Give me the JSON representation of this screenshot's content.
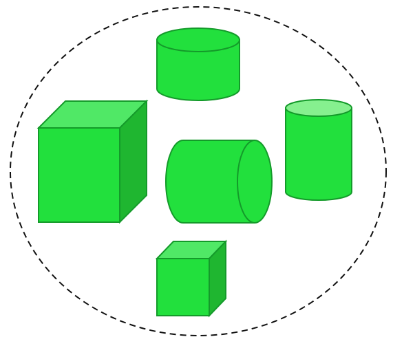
{
  "diagram": {
    "boundary": {
      "shape": "dashed-ellipse",
      "stroke_color": "#111111"
    },
    "colors": {
      "face": "#22e03d",
      "top_face": "#50e866",
      "side_face": "#1fb630",
      "cylinder_top_light": "#86f08f",
      "outline": "#149a2a"
    },
    "objects": [
      {
        "id": "cylinder-top",
        "kind": "cylinder",
        "orientation": "upright"
      },
      {
        "id": "cube-large",
        "kind": "cube",
        "size": "large"
      },
      {
        "id": "cylinder-center",
        "kind": "cylinder",
        "orientation": "horizontal"
      },
      {
        "id": "cylinder-right",
        "kind": "cylinder",
        "orientation": "upright"
      },
      {
        "id": "cube-small",
        "kind": "cube",
        "size": "small"
      }
    ]
  }
}
